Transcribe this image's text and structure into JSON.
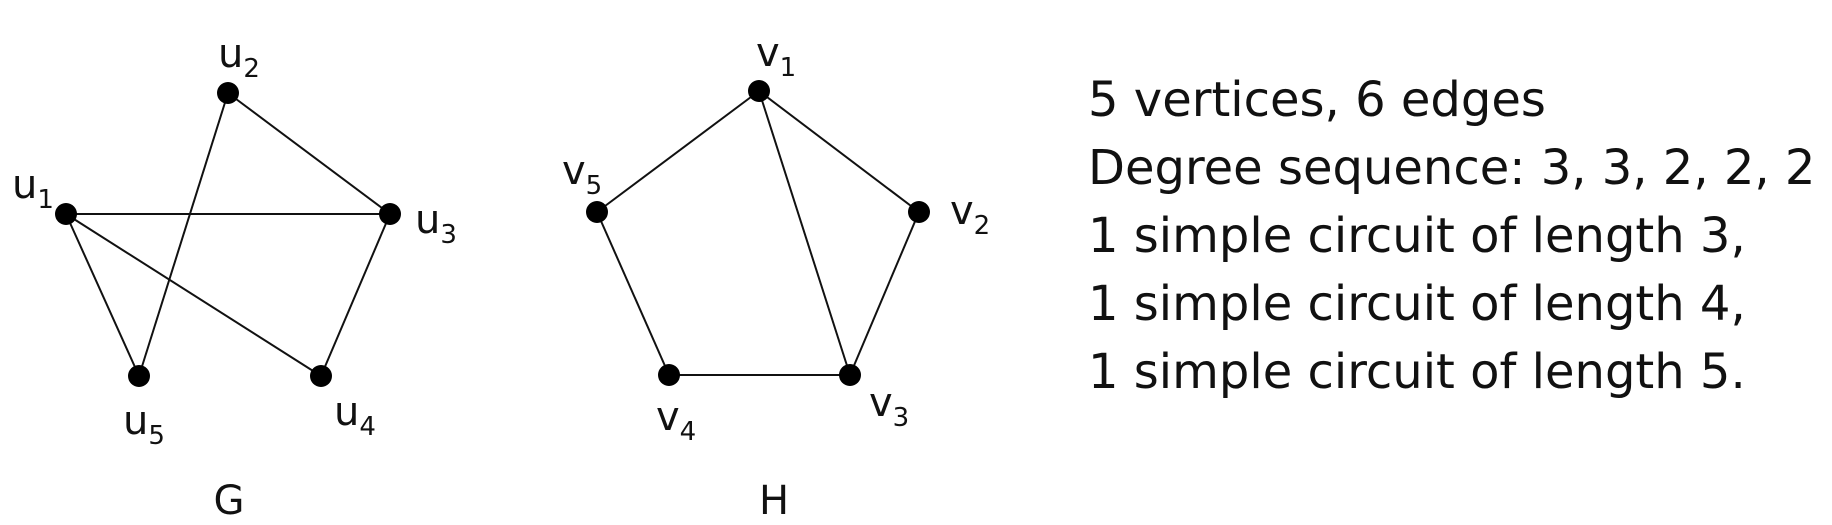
{
  "graphs": [
    {
      "id": "G",
      "label": "G",
      "vertices": [
        {
          "id": "u1",
          "name": "u",
          "sub": "1"
        },
        {
          "id": "u2",
          "name": "u",
          "sub": "2"
        },
        {
          "id": "u3",
          "name": "u",
          "sub": "3"
        },
        {
          "id": "u4",
          "name": "u",
          "sub": "4"
        },
        {
          "id": "u5",
          "name": "u",
          "sub": "5"
        }
      ],
      "edges": [
        [
          "u1",
          "u3"
        ],
        [
          "u1",
          "u4"
        ],
        [
          "u1",
          "u5"
        ],
        [
          "u2",
          "u3"
        ],
        [
          "u2",
          "u5"
        ],
        [
          "u3",
          "u4"
        ]
      ]
    },
    {
      "id": "H",
      "label": "H",
      "vertices": [
        {
          "id": "v1",
          "name": "v",
          "sub": "1"
        },
        {
          "id": "v2",
          "name": "v",
          "sub": "2"
        },
        {
          "id": "v3",
          "name": "v",
          "sub": "3"
        },
        {
          "id": "v4",
          "name": "v",
          "sub": "4"
        },
        {
          "id": "v5",
          "name": "v",
          "sub": "5"
        }
      ],
      "edges": [
        [
          "v1",
          "v2"
        ],
        [
          "v1",
          "v3"
        ],
        [
          "v1",
          "v5"
        ],
        [
          "v2",
          "v3"
        ],
        [
          "v3",
          "v4"
        ],
        [
          "v4",
          "v5"
        ]
      ]
    }
  ],
  "facts": [
    "5 vertices, 6 edges",
    "Degree sequence: 3, 3, 2, 2, 2",
    "1 simple circuit of length 3,",
    "1 simple circuit of length 4,",
    "1 simple circuit of length 5."
  ]
}
